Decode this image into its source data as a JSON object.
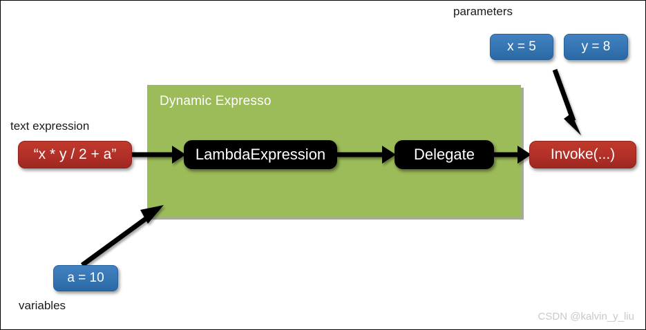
{
  "diagram": {
    "title_watermark": "CSDN @kalvin_y_liu",
    "container": {
      "label": "Dynamic Expresso",
      "color": "#9CBB59"
    },
    "captions": {
      "text_expression": "text expression",
      "parameters": "parameters",
      "variables": "variables"
    },
    "nodes": [
      {
        "id": "expression",
        "label": "“x * y / 2 + a”",
        "style": "red"
      },
      {
        "id": "lambda",
        "label": "LambdaExpression",
        "style": "black"
      },
      {
        "id": "delegate",
        "label": "Delegate",
        "style": "black"
      },
      {
        "id": "invoke",
        "label": "Invoke(...)",
        "style": "red"
      },
      {
        "id": "param_x",
        "label": "x = 5",
        "style": "blue"
      },
      {
        "id": "param_y",
        "label": "y = 8",
        "style": "blue"
      },
      {
        "id": "variable_a",
        "label": "a = 10",
        "style": "blue"
      }
    ],
    "colors": {
      "container_green": "#9CBB59",
      "node_red": "#B23028",
      "node_blue": "#3575B2",
      "node_black": "#000000",
      "arrow": "#000000",
      "watermark": "#c9c9c9",
      "background": "#FFFFFF"
    },
    "arrows": [
      {
        "from": "expression",
        "to": "lambda"
      },
      {
        "from": "lambda",
        "to": "delegate"
      },
      {
        "from": "delegate",
        "to": "invoke"
      },
      {
        "from": "parameters",
        "to": "invoke"
      },
      {
        "from": "variable_a",
        "to": "container"
      }
    ]
  }
}
